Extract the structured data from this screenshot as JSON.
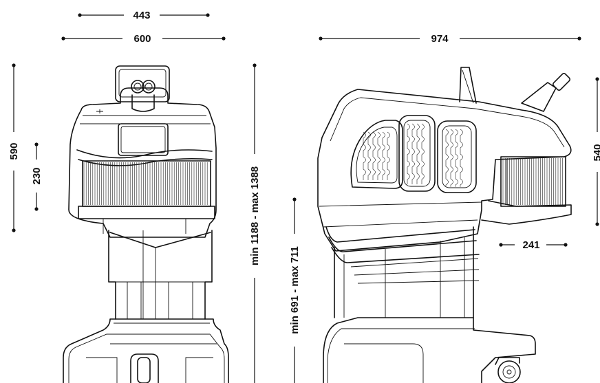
{
  "dimensions": {
    "front_width_top": "443",
    "front_width": "600",
    "front_height": "590",
    "front_window_height": "230",
    "column_height": "min 1188 - max 1388",
    "table_height": "min 691 - max 711",
    "side_depth": "974",
    "side_height": "540",
    "side_window_depth": "241"
  },
  "colors": {
    "line": "#111111",
    "background": "#ffffff"
  }
}
